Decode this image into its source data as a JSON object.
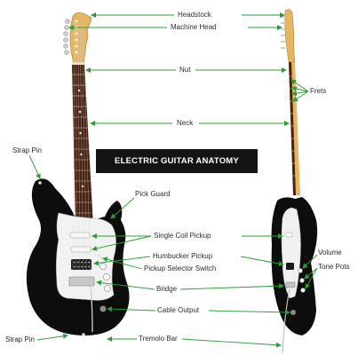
{
  "title": "ELECTRIC GUITAR ANATOMY",
  "labels": {
    "headstock": "Headstock",
    "machine_head": "Machine Head",
    "nut": "Nut",
    "frets": "Frets",
    "neck": "Neck",
    "strap_pin_top": "Strap Pin",
    "pick_guard": "Pick Guard",
    "single_coil": "Single Coil Pickup",
    "humbucker": "Humbucker Pickup",
    "selector": "Pickup Selector Switch",
    "volume": "Volume",
    "tone_pots": "Tone Pots",
    "bridge": "Bridge",
    "cable_output": "Cable Output",
    "strap_pin_bottom": "Strap Pin",
    "tremolo": "Tremolo Bar"
  },
  "colors": {
    "arrow": "#2a9d36",
    "body": "#0d0d0d",
    "fretboard": "#4a2210",
    "maple": "#e6b561",
    "pickguard": "#f2f2f2"
  }
}
